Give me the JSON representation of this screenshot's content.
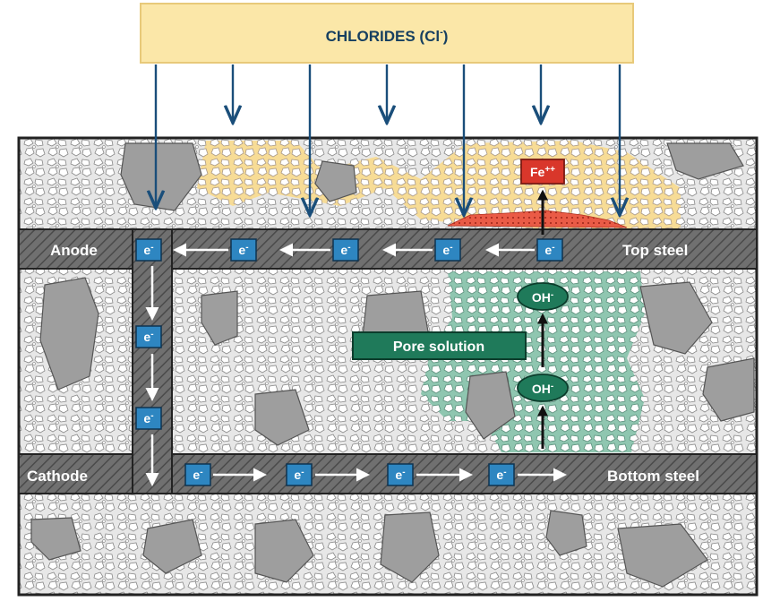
{
  "banner": {
    "text": "CHLORIDES (Cl",
    "superscript": "-",
    "close": ")"
  },
  "labels": {
    "anode": "Anode",
    "cathode": "Cathode",
    "top_steel": "Top steel",
    "bottom_steel": "Bottom steel",
    "pore_solution": "Pore solution"
  },
  "electron": {
    "base": "e",
    "sup": "-"
  },
  "iron_ion": {
    "base": "Fe",
    "sup": "++"
  },
  "hydroxide": {
    "base": "OH",
    "sup": "-"
  },
  "colors": {
    "banner_fill": "#fbe7a8",
    "banner_border": "#e8c97a",
    "chloride_arrow": "#1a4e7a",
    "electron_fill": "#2e86c1",
    "iron_fill": "#d9372b",
    "hydroxide_fill": "#1f7a5a",
    "pore_zone": "#a7d2c2",
    "corrosion_zone": "#f9e2a6",
    "rust": "#e85a45",
    "steel": "#6c6c6c",
    "concrete": "#e6e6e6",
    "aggregate": "#9d9d9d"
  }
}
